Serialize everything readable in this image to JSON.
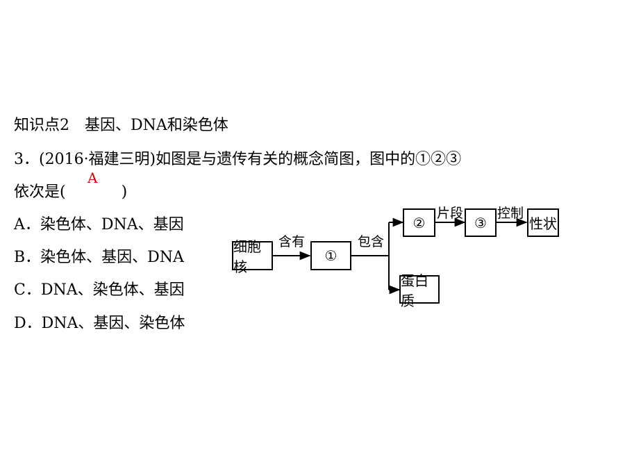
{
  "heading": "知识点2　基因、DNA和染色体",
  "question": {
    "line1": "3．(2016·福建三明)如图是与遗传有关的概念简图，图中的①②③",
    "line2_prefix": "依次是(",
    "answer": "A",
    "line2_suffix": ")"
  },
  "options": [
    {
      "text": "A．染色体、DNA、基因"
    },
    {
      "text": "B．染色体、基因、DNA"
    },
    {
      "text": "C．DNA、染色体、基因"
    },
    {
      "text": "D．DNA、基因、染色体"
    }
  ],
  "diagram": {
    "nucleus": "细胞核",
    "contains_label": "含有",
    "node1": "①",
    "includes_label": "包含",
    "node2": "②",
    "segment_label": "片段",
    "node3": "③",
    "control_label": "控制",
    "trait": "性状",
    "protein": "蛋白质"
  }
}
